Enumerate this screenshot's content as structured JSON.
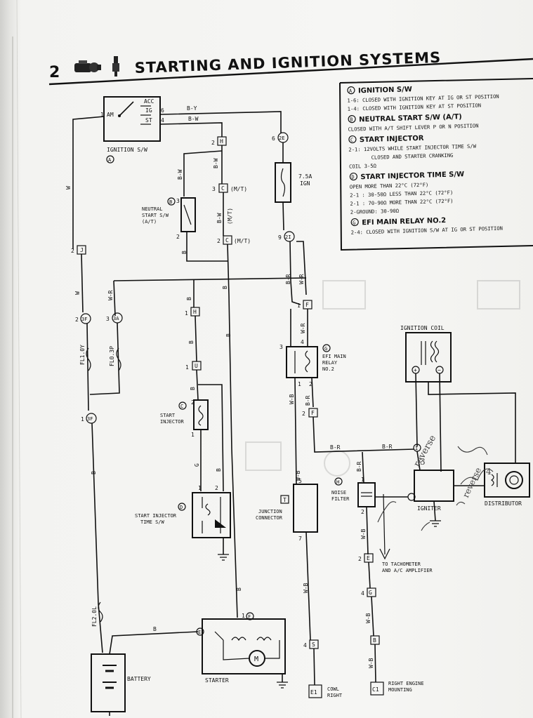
{
  "header": {
    "page_number": "2",
    "title": "STARTING AND IGNITION SYSTEMS"
  },
  "legend": [
    {
      "mark": "A",
      "title": "IGNITION S/W",
      "lines": [
        "1-6: CLOSED WITH IGNITION KEY AT IG OR ST POSITION",
        "1-4: CLOSED WITH IGNITION KEY AT ST POSITION"
      ]
    },
    {
      "mark": "B",
      "title": "NEUTRAL START S/W (A/T)",
      "lines": [
        "CLOSED WITH A/T SHIFT LEVER P OR N POSITION"
      ]
    },
    {
      "mark": "C",
      "title": "START INJECTOR",
      "lines": [
        "2-1: 12VOLTS WHILE START INJECTOR TIME S/W",
        "CLOSED AND STARTER CRANKING",
        "COIL 3-5Ω"
      ]
    },
    {
      "mark": "D",
      "title": "START INJECTOR TIME S/W",
      "lines": [
        "OPEN MORE THAN 22°C (72°F)",
        "2-1   : 30-50Ω LESS THAN 22°C (72°F)",
        "2-1   : 70-90Ω MORE THAN 22°C (72°F)",
        "2-GROUND: 30-90Ω"
      ]
    },
    {
      "mark": "G",
      "title": "EFI MAIN RELAY NO.2",
      "lines": [
        "2-4: CLOSED WITH IGNITION S/W AT IG OR ST POSITION"
      ]
    }
  ],
  "components": {
    "ignition_sw": {
      "label": "IGNITION S/W",
      "mark": "A",
      "pins": {
        "acc": "ACC",
        "ig": "IG",
        "st": "ST",
        "am": "AM",
        "p1": "1",
        "p6": "6",
        "p4": "4"
      }
    },
    "neutral_start_sw": {
      "label": [
        "NEUTRAL",
        "START S/W",
        "(A/T)"
      ],
      "mark": "B",
      "pin_top": "3",
      "pin_bottom": "2"
    },
    "start_injector": {
      "label": [
        "START",
        "INJECTOR"
      ],
      "mark": "C",
      "pin_top": "2",
      "pin_bottom": "1"
    },
    "start_injector_time_sw": {
      "label": [
        "START INJECTOR",
        "TIME S/W"
      ],
      "mark": "D",
      "pin_left": "1",
      "pin_right": "2"
    },
    "efi_main_relay": {
      "label": [
        "EFI MAIN",
        "RELAY",
        "NO.2"
      ],
      "mark": "G",
      "pins": [
        "3",
        "4",
        "1",
        "2"
      ]
    },
    "fuse_ign": {
      "label": [
        "7.5A",
        "IGN"
      ]
    },
    "fusible_links": {
      "fl1": "FL1.0Y",
      "fl2": "FL0.3P",
      "fl3": "FL2.0L"
    },
    "junction_connector": {
      "label": [
        "JUNCTION",
        "CONNECTOR"
      ],
      "code": "T",
      "pin_top": "5",
      "pin_bottom": "7"
    },
    "noise_filter": {
      "label": [
        "NOISE",
        "FILTER"
      ],
      "mark": "H",
      "pin_top": "1",
      "pin_bottom": "2"
    },
    "ignition_coil": {
      "label": "IGNITION COIL"
    },
    "igniter": {
      "label": "IGNITER"
    },
    "distributor": {
      "label": "DISTRIBUTOR"
    },
    "battery": {
      "label": "BATTERY"
    },
    "starter": {
      "label": "STARTER",
      "motor": "M"
    },
    "tachometer_note": [
      "TO TACHOMETER",
      "AND A/C AMPLIFIER"
    ],
    "ground_e1": {
      "code": "E1",
      "label": [
        "COWL",
        "RIGHT"
      ]
    },
    "ground_c1": {
      "code": "C1",
      "label": [
        "RIGHT ENGINE",
        "MOUNTING"
      ]
    }
  },
  "connectors": {
    "c2E": "2E",
    "c2I": "2I",
    "c3F": "3F",
    "c3A": "3A",
    "c3Fb": "3F",
    "H": "H",
    "C": "C",
    "J": "J",
    "U": "U",
    "F": "F",
    "E": "E",
    "S": "S",
    "B": "B",
    "I": "I",
    "mt": "(M/T)",
    "pins": {
      "p2": "2",
      "p3": "3",
      "p6": "6",
      "p9": "9",
      "p1": "1",
      "p4": "4"
    }
  },
  "wire_colors": {
    "by": "B-Y",
    "bw": "B-W",
    "w": "W",
    "b": "B",
    "wr": "W-R",
    "br": "B-R",
    "g": "G",
    "wb": "W-B"
  },
  "handwriting": [
    "reverse",
    "3",
    "4"
  ]
}
